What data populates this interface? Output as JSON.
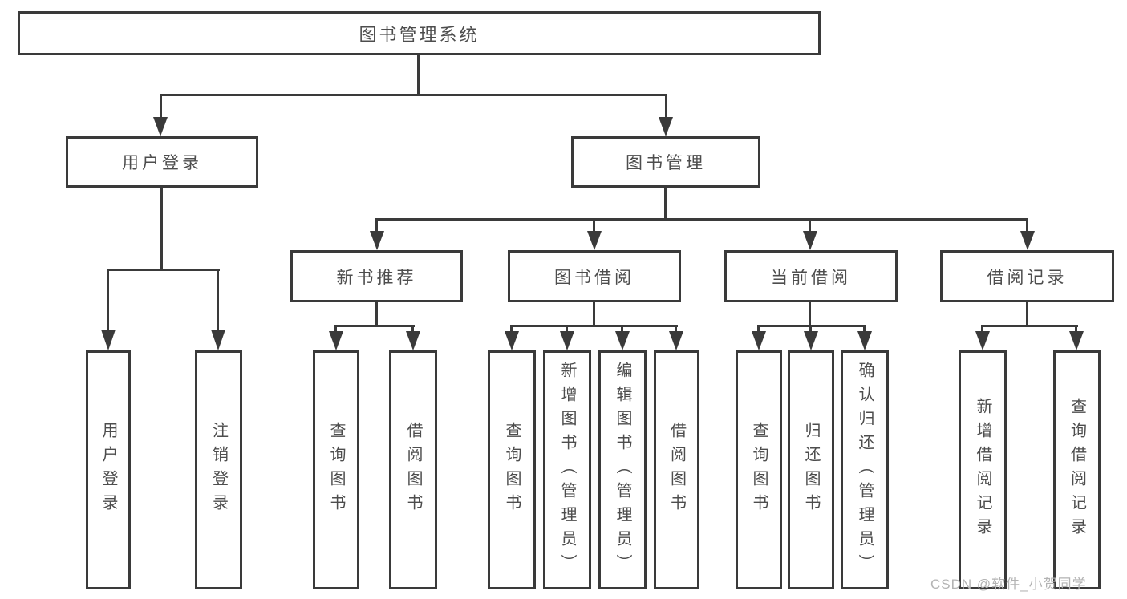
{
  "diagram": {
    "type": "hierarchy-tree",
    "orientation": "top-down"
  },
  "colors": {
    "line": "#3a3a3a",
    "text": "#4d4d4d",
    "watermark": "#b3b3b3",
    "background": "#ffffff"
  },
  "watermark": "CSDN @软件_小贺同学",
  "tree": {
    "root": {
      "label": "图书管理系统"
    },
    "children": [
      {
        "label": "用户登录",
        "children": [
          {
            "label": "用户登录"
          },
          {
            "label": "注销登录"
          }
        ]
      },
      {
        "label": "图书管理",
        "children": [
          {
            "label": "新书推荐",
            "children": [
              {
                "label": "查询图书"
              },
              {
                "label": "借阅图书"
              }
            ]
          },
          {
            "label": "图书借阅",
            "children": [
              {
                "label": "查询图书"
              },
              {
                "label": "新增图书（管理员）"
              },
              {
                "label": "编辑图书（管理员）"
              },
              {
                "label": "借阅图书"
              }
            ]
          },
          {
            "label": "当前借阅",
            "children": [
              {
                "label": "查询图书"
              },
              {
                "label": "归还图书"
              },
              {
                "label": "确认归还（管理员）"
              }
            ]
          },
          {
            "label": "借阅记录",
            "children": [
              {
                "label": "新增借阅记录"
              },
              {
                "label": "查询借阅记录"
              }
            ]
          }
        ]
      }
    ]
  }
}
